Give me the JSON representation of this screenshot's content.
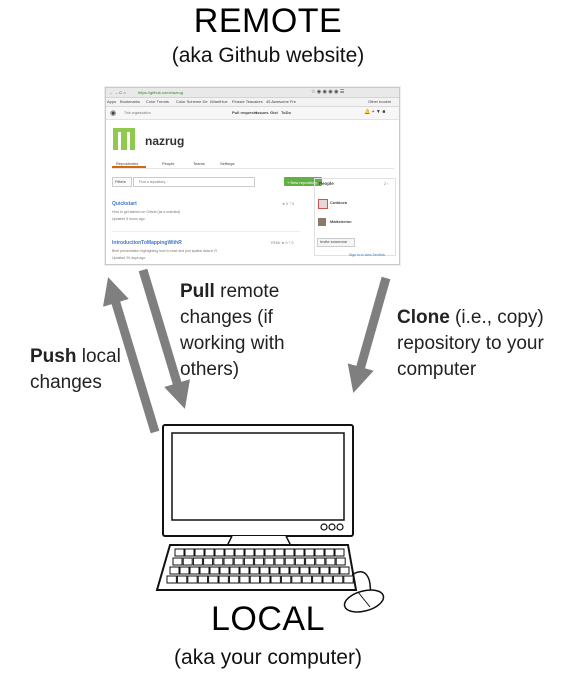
{
  "remote": {
    "title": "REMOTE",
    "subtitle": "(aka Github website)"
  },
  "local": {
    "title": "LOCAL",
    "subtitle": "(aka your computer)"
  },
  "labels": {
    "push": {
      "bold": "Push",
      "line1_rest": " local",
      "line2": "changes"
    },
    "pull": {
      "bold": "Pull",
      "line1_rest": " remote",
      "line2": "changes (if",
      "line3": "working with",
      "line4": "others)"
    },
    "clone": {
      "bold": "Clone",
      "line1_rest": " (i.e., copy)",
      "line2": "repository to your",
      "line3": "computer"
    }
  },
  "screenshot": {
    "url": "https://github.com/nazrug",
    "bookmarks": [
      "Apps",
      "Bookmarks",
      "Color Trends",
      "Color Scheme De",
      "IWantHue",
      "Flossie Teacakes",
      "45 Awesome Fre",
      "Other bookm"
    ],
    "search_placeholder": "This organization",
    "nav": [
      "Pull requests",
      "Issues",
      "Gist",
      "ToDo"
    ],
    "org_name": "nazrug",
    "tabs": [
      "Repositories",
      "People",
      "Teams",
      "Settings"
    ],
    "filters_label": "Filters",
    "find_placeholder": "Find a repository...",
    "new_repo_label": "+ New repository",
    "repos": [
      {
        "name": "Quickstart",
        "desc": "How to get started on Github (as a scientist)",
        "updated": "Updated 5 hours ago"
      },
      {
        "name": "IntroductionToMappingWithR",
        "desc": "Brief presentation highlighting how to read and plot spatial data in R",
        "updated": "Updated 29 days ago"
      }
    ],
    "people_title": "People",
    "people": [
      "Cutblock",
      "Mattstermn"
    ],
    "invite_label": "Invite someone",
    "signin_label": "Sign in to view ZenHub"
  },
  "colors": {
    "arrow": "#7f7f7f",
    "accent_green": "#8fca4f",
    "link_blue": "#4078c0"
  }
}
